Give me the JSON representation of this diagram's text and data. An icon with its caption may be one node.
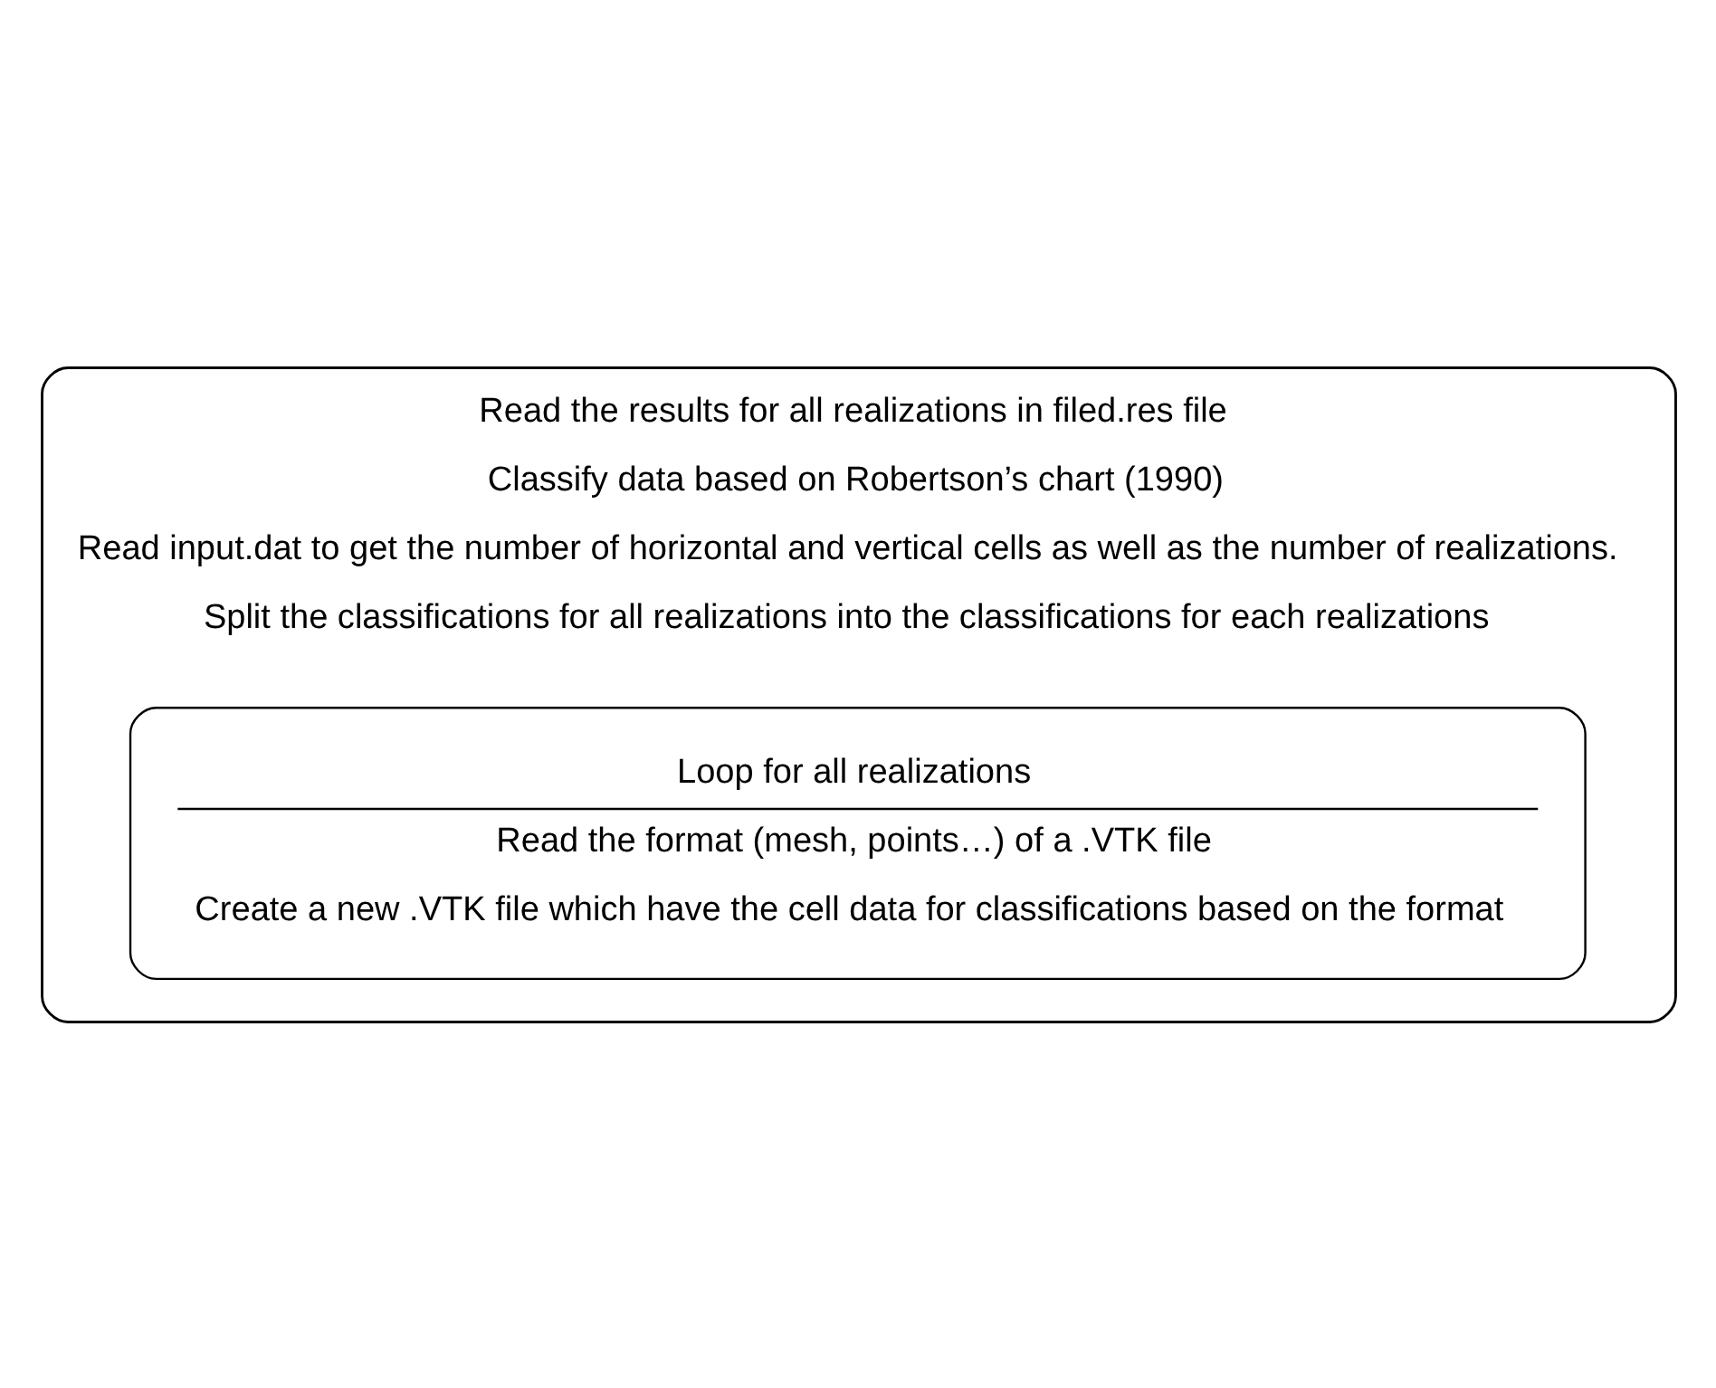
{
  "diagram": {
    "nodes": [
      {
        "text": [
          "Read the results for all realizations in filed.res file",
          "Classify data based on Robertson’s chart (1990)",
          "Read input.dat to get the number of horizontal and vertical cells as well as the number of realizations.",
          "Split the classifications for all realizations into the classifications for each realizations"
        ]
      },
      {
        "text": [
          "Loop for all realizations",
          "Read the format (mesh, points…) of a .VTK file",
          "Create a new .VTK file which have the cell data for classifications based on the format"
        ],
        "in": 0
      }
    ]
  }
}
